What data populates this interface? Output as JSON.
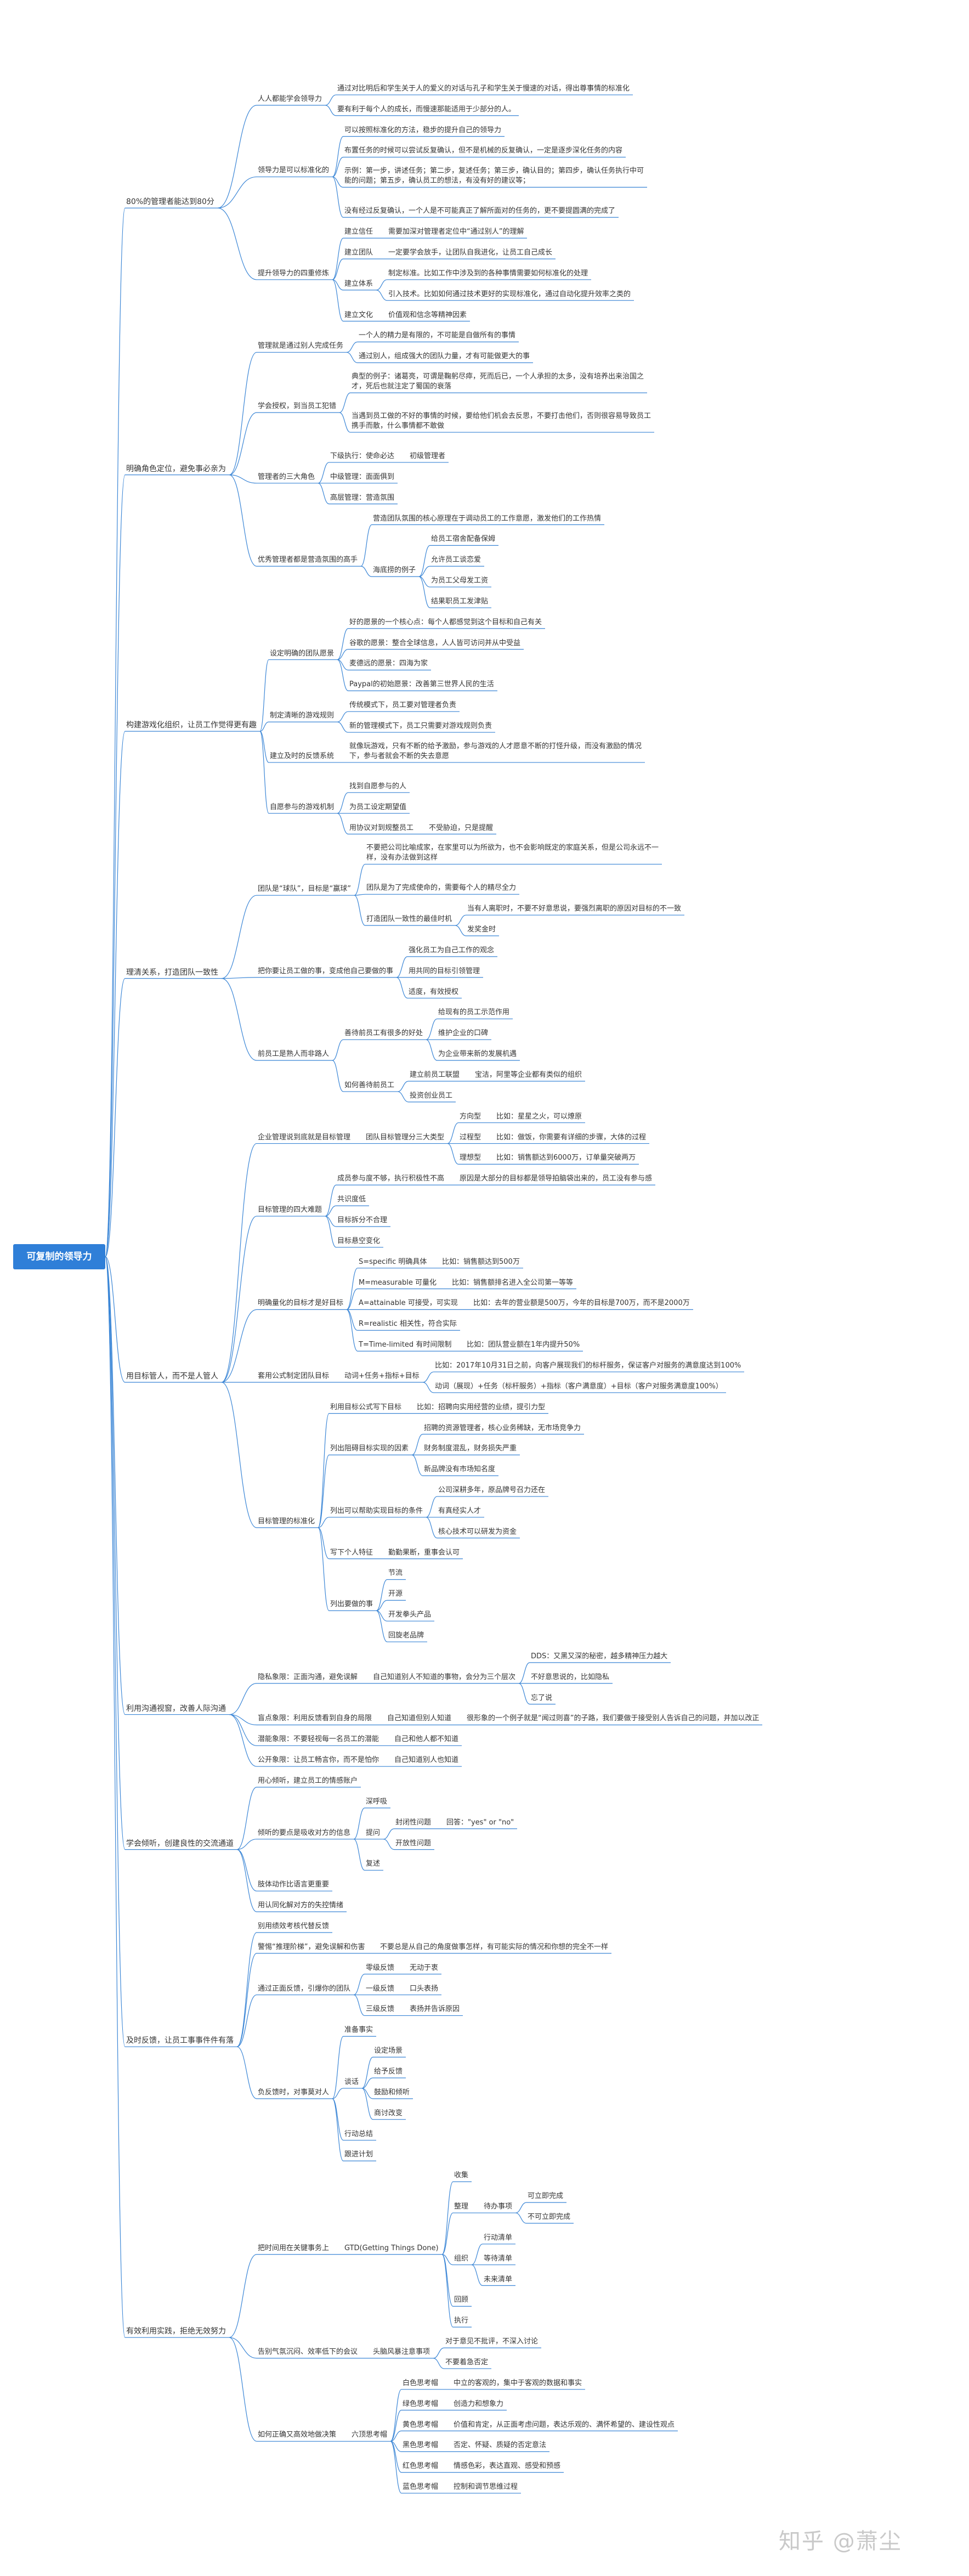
{
  "root": {
    "label": "可复制的领导力"
  },
  "watermark": "知乎 @萧尘",
  "colors": {
    "line": "#3b86d6",
    "root_fill": "#2f7fd8",
    "text": "#333333"
  },
  "children": [
    {
      "label": "80%的管理者能达到80分",
      "children": [
        {
          "label": "人人都能学会领导力",
          "children": [
            {
              "label": "通过对比明后和学生关于人的爱义的对话与孔子和学生关于慢速的对话，得出尊事情的标准化"
            },
            {
              "label": "要有利于每个人的成长，而慢速那能适用于少部分的人。"
            }
          ]
        },
        {
          "label": "领导力是可以标准化的",
          "children": [
            {
              "label": "可以按照标准化的方法，稳步的提升自己的领导力"
            },
            {
              "label": "布置任务的时候可以尝试反复确认，但不是机械的反复确认，一定是逐步深化任务的内容"
            },
            {
              "label": "示例：第一步，讲述任务；第二步，复述任务；第三步，确认目的；第四步，确认任务执行中可\n能的问题；第五步，确认员工的想法，有没有好的建议等；"
            },
            {
              "label": "没有经过反复确认，一个人是不可能真正了解所面对的任务的，更不要提圆满的完成了"
            }
          ]
        },
        {
          "label": "提升领导力的四重修炼",
          "children": [
            {
              "label": "建立信任",
              "children": [
                {
                  "label": "需要加深对管理者定位中“通过别人”的理解"
                }
              ]
            },
            {
              "label": "建立团队",
              "children": [
                {
                  "label": "一定要学会放手，让团队自我进化，让员工自己成长"
                }
              ]
            },
            {
              "label": "建立体系",
              "children": [
                {
                  "label": "制定标准。比如工作中涉及到的各种事情需要如何标准化的处理"
                },
                {
                  "label": "引入技术。比如如何通过技术更好的实现标准化，通过自动化提升效率之类的"
                }
              ]
            },
            {
              "label": "建立文化",
              "children": [
                {
                  "label": "价值观和信念等精神因素"
                }
              ]
            }
          ]
        }
      ]
    },
    {
      "label": "明确角色定位，避免事必亲为",
      "children": [
        {
          "label": "管理就是通过别人完成任务",
          "children": [
            {
              "label": "一个人的精力是有限的，不可能是自做所有的事情"
            },
            {
              "label": "通过别人，组成强大的团队力量，才有可能做更大的事"
            }
          ]
        },
        {
          "label": "学会授权，到当员工犯错",
          "children": [
            {
              "label": "典型的例子：诸葛亮，可谓是鞠躬尽瘁，死而后已，一个人承担的太多，没有培养出来治国之\n才，死后也就注定了蜀国的衰落"
            },
            {
              "label": "当遇到员工做的不好的事情的时候，要给他们机会去反思，不要打击他们，否则很容易导致员工\n携手而散，什么事情都不敢做"
            }
          ]
        },
        {
          "label": "管理者的三大角色",
          "children": [
            {
              "label": "下级执行：使命必达",
              "children": [
                {
                  "label": "初级管理者"
                }
              ]
            },
            {
              "label": "中级管理：面面俱到"
            },
            {
              "label": "高层管理：营造氛围"
            }
          ]
        },
        {
          "label": "优秀管理者都是营造氛围的高手",
          "children": [
            {
              "label": "营造团队氛围的核心原理在于调动员工的工作意愿，激发他们的工作热情"
            },
            {
              "label": "海底捞的例子",
              "children": [
                {
                  "label": "给员工宿舍配备保姆"
                },
                {
                  "label": "允许员工谈恋爱"
                },
                {
                  "label": "为员工父母发工资"
                },
                {
                  "label": "结果职员工发津贴"
                }
              ]
            }
          ]
        }
      ]
    },
    {
      "label": "构建游戏化组织，让员工作觉得更有趣",
      "children": [
        {
          "label": "设定明确的团队愿景",
          "children": [
            {
              "label": "好的愿景的一个核心点：每个人都感觉到这个目标和自己有关"
            },
            {
              "label": "谷歌的愿景：整合全球信息，人人皆可访问并从中受益"
            },
            {
              "label": "麦德远的愿景：四海为家"
            },
            {
              "label": "Paypal的初始愿景：改善第三世界人民的生活"
            }
          ]
        },
        {
          "label": "制定清晰的游戏规则",
          "children": [
            {
              "label": "传统模式下，员工要对管理者负责"
            },
            {
              "label": "新的管理模式下，员工只需要对游戏规则负责"
            }
          ]
        },
        {
          "label": "建立及时的反馈系统",
          "children": [
            {
              "label": "就像玩游戏，只有不断的给予激励，参与游戏的人才愿意不断的打怪升级，而没有激励的情况\n下，参与者就会不断的失去意愿"
            }
          ]
        },
        {
          "label": "自愿参与的游戏机制",
          "children": [
            {
              "label": "找到自愿参与的人"
            },
            {
              "label": "为员工设定期望值"
            },
            {
              "label": "用协议对到规整员工",
              "children": [
                {
                  "label": "不受胁迫，只是提醒"
                }
              ]
            }
          ]
        }
      ]
    },
    {
      "label": "理清关系，打造团队一致性",
      "children": [
        {
          "label": "团队是“球队”，目标是“赢球”",
          "children": [
            {
              "label": "不要把公司比喻成家，在家里可以为所欲为，也不会影响既定的家庭关系，但是公司永远不一\n样，没有办法做到这样"
            },
            {
              "label": "团队是为了完成使命的，需要每个人的精尽全力"
            },
            {
              "label": "打造团队一致性的最佳时机",
              "children": [
                {
                  "label": "当有人离职时，不要不好意思说，要强烈离职的原因对目标的不一致"
                },
                {
                  "label": "发奖金时"
                }
              ]
            }
          ]
        },
        {
          "label": "把你要让员工做的事，变成他自己要做的事",
          "children": [
            {
              "label": "强化员工为自己工作的观念"
            },
            {
              "label": "用共同的目标引领管理"
            },
            {
              "label": "适度，有效授权"
            }
          ]
        },
        {
          "label": "前员工是熟人而非路人",
          "children": [
            {
              "label": "善待前员工有很多的好处",
              "children": [
                {
                  "label": "给现有的员工示范作用"
                },
                {
                  "label": "维护企业的口碑"
                },
                {
                  "label": "为企业带来新的发展机遇"
                }
              ]
            },
            {
              "label": "如何善待前员工",
              "children": [
                {
                  "label": "建立前员工联盟",
                  "children": [
                    {
                      "label": "宝洁，阿里等企业都有类似的组织"
                    }
                  ]
                },
                {
                  "label": "投资创业员工"
                }
              ]
            }
          ]
        }
      ]
    },
    {
      "label": "用目标管人，而不是人管人",
      "children": [
        {
          "label": "企业管理说到底就是目标管理",
          "children": [
            {
              "label": "团队目标管理分三大类型",
              "children": [
                {
                  "label": "方向型",
                  "children": [
                    {
                      "label": "比如：星星之火，可以燎原"
                    }
                  ]
                },
                {
                  "label": "过程型",
                  "children": [
                    {
                      "label": "比如：做饭，你需要有详细的步骤，大体的过程"
                    }
                  ]
                },
                {
                  "label": "理想型",
                  "children": [
                    {
                      "label": "比如：销售额达到6000万，订单量突破两万"
                    }
                  ]
                }
              ]
            }
          ]
        },
        {
          "label": "目标管理的四大难题",
          "children": [
            {
              "label": "成员参与度不够，执行积极性不高",
              "children": [
                {
                  "label": "原因是大部分的目标都是领导拍脑袋出来的，员工没有参与感"
                }
              ]
            },
            {
              "label": "共识度低"
            },
            {
              "label": "目标拆分不合理"
            },
            {
              "label": "目标悬空变化"
            }
          ]
        },
        {
          "label": "明确量化的目标才是好目标",
          "children": [
            {
              "label": "S=specific 明确具体",
              "children": [
                {
                  "label": "比如：销售额达到500万"
                }
              ]
            },
            {
              "label": "M=measurable 可量化",
              "children": [
                {
                  "label": "比如：销售额排名进入全公司第一等等"
                }
              ]
            },
            {
              "label": "A=attainable 可接受，可实现",
              "children": [
                {
                  "label": "比如：去年的营业额是500万，今年的目标是700万，而不是2000万"
                }
              ]
            },
            {
              "label": "R=realistic 相关性，符合实际"
            },
            {
              "label": "T=Time-limited 有时间限制",
              "children": [
                {
                  "label": "比如：团队营业额在1年内提升50%"
                }
              ]
            }
          ]
        },
        {
          "label": "套用公式制定团队目标",
          "children": [
            {
              "label": "动词+任务+指标+目标",
              "children": [
                {
                  "label": "比如：2017年10月31日之前，向客户展现我们的标杆服务，保证客户对服务的满意度达到100%"
                },
                {
                  "label": "动词（展现）+任务（标杆服务）+指标（客户满意度）+目标（客户对服务满意度100%）"
                }
              ]
            }
          ]
        },
        {
          "label": "目标管理的标准化",
          "children": [
            {
              "label": "利用目标公式写下目标",
              "children": [
                {
                  "label": "比如：招聘向实用经营的业绩，提引力型"
                }
              ]
            },
            {
              "label": "列出阻碍目标实现的因素",
              "children": [
                {
                  "label": "招聘的资源管理者，核心业务稀缺，无市场竞争力"
                },
                {
                  "label": "财务制度混乱，财务损失严重"
                },
                {
                  "label": "新品牌没有市场知名度"
                }
              ]
            },
            {
              "label": "列出可以帮助实现目标的条件",
              "children": [
                {
                  "label": "公司深耕多年，原品牌号召力还在"
                },
                {
                  "label": "有真经实人才"
                },
                {
                  "label": "核心技术可以研发为资金"
                }
              ]
            },
            {
              "label": "写下个人特征",
              "children": [
                {
                  "label": "勤勤果断，重事会认可"
                }
              ]
            },
            {
              "label": "列出要做的事",
              "children": [
                {
                  "label": "节流"
                },
                {
                  "label": "开源"
                },
                {
                  "label": "开发拳头产品"
                },
                {
                  "label": "回旋老品牌"
                }
              ]
            }
          ]
        }
      ]
    },
    {
      "label": "利用沟通视窗，改善人际沟通",
      "children": [
        {
          "label": "隐私象限：正面沟通，避免误解",
          "children": [
            {
              "label": "自己知道别人不知道的事物，会分为三个层次",
              "children": [
                {
                  "label": "DDS：又黑又深的秘密，越多精神压力越大"
                },
                {
                  "label": "不好意思说的，比如隐私"
                },
                {
                  "label": "忘了说"
                }
              ]
            }
          ]
        },
        {
          "label": "盲点象限：利用反馈看到自身的局限",
          "children": [
            {
              "label": "自己知道但别人知道",
              "children": [
                {
                  "label": "很形象的一个例子就是“闻过则喜”的子路，我们要做于接受别人告诉自己的问题，并加以改正"
                }
              ]
            }
          ]
        },
        {
          "label": "潜能象限：不要轻视每一名员工的潜能",
          "children": [
            {
              "label": "自己和他人都不知道"
            }
          ]
        },
        {
          "label": "公开象限：让员工畅言你，而不是怕你",
          "children": [
            {
              "label": "自己知道别人也知道"
            }
          ]
        }
      ]
    },
    {
      "label": "学会倾听，创建良性的交流通道",
      "children": [
        {
          "label": "用心倾听，建立员工的情感账户"
        },
        {
          "label": "倾听的要点是吸收对方的信息",
          "children": [
            {
              "label": "深呼吸"
            },
            {
              "label": "提问",
              "children": [
                {
                  "label": "封闭性问题",
                  "children": [
                    {
                      "label": "回答：\"yes\" or \"no\""
                    }
                  ]
                },
                {
                  "label": "开放性问题"
                }
              ]
            },
            {
              "label": "复述"
            }
          ]
        },
        {
          "label": "肢体动作比语言更重要"
        },
        {
          "label": "用认同化解对方的失控情绪"
        }
      ]
    },
    {
      "label": "及时反馈，让员工事事件件有落",
      "children": [
        {
          "label": "别用绩效考核代替反馈"
        },
        {
          "label": "警惕“推理阶梯”，避免误解和伤害",
          "children": [
            {
              "label": "不要总是从自己的角度做事怎样，有可能实际的情况和你想的完全不一样"
            }
          ]
        },
        {
          "label": "通过正面反馈，引爆你的团队",
          "children": [
            {
              "label": "零级反馈",
              "children": [
                {
                  "label": "无动于衷"
                }
              ]
            },
            {
              "label": "一级反馈",
              "children": [
                {
                  "label": "口头表扬"
                }
              ]
            },
            {
              "label": "三级反馈",
              "children": [
                {
                  "label": "表扬并告诉原因"
                }
              ]
            }
          ]
        },
        {
          "label": "负反馈时，对事莫对人",
          "children": [
            {
              "label": "准备事实"
            },
            {
              "label": "谈话",
              "children": [
                {
                  "label": "设定场景"
                },
                {
                  "label": "给予反馈"
                },
                {
                  "label": "鼓励和倾听"
                },
                {
                  "label": "商讨改变"
                }
              ]
            },
            {
              "label": "行动总结"
            },
            {
              "label": "跟进计划"
            }
          ]
        }
      ]
    },
    {
      "label": "有效利用实践，拒绝无效努力",
      "children": [
        {
          "label": "把时间用在关键事务上",
          "children": [
            {
              "label": "GTD(Getting Things Done)",
              "children": [
                {
                  "label": "收集"
                },
                {
                  "label": "整理",
                  "children": [
                    {
                      "label": "待办事项",
                      "children": [
                        {
                          "label": "可立即完成"
                        },
                        {
                          "label": "不可立即完成"
                        }
                      ]
                    }
                  ]
                },
                {
                  "label": "组织",
                  "children": [
                    {
                      "label": "行动清单"
                    },
                    {
                      "label": "等待清单"
                    },
                    {
                      "label": "未来清单"
                    }
                  ]
                },
                {
                  "label": "回顾"
                },
                {
                  "label": "执行"
                }
              ]
            }
          ]
        },
        {
          "label": "告别气氛沉闷、效率低下的会议",
          "children": [
            {
              "label": "头脑风暴注意事项",
              "children": [
                {
                  "label": "对于意见不批评，不深入讨论"
                },
                {
                  "label": "不要着急否定"
                }
              ]
            }
          ]
        },
        {
          "label": "如何正确又高效地做决策",
          "children": [
            {
              "label": "六顶思考帽",
              "children": [
                {
                  "label": "白色思考帽",
                  "children": [
                    {
                      "label": "中立的客观的，集中于客观的数据和事实"
                    }
                  ]
                },
                {
                  "label": "绿色思考帽",
                  "children": [
                    {
                      "label": "创造力和想象力"
                    }
                  ]
                },
                {
                  "label": "黄色思考帽",
                  "children": [
                    {
                      "label": "价值和肯定，从正面考虑问题，表达乐观的、满怀希望的、建设性观点"
                    }
                  ]
                },
                {
                  "label": "黑色思考帽",
                  "children": [
                    {
                      "label": "否定、怀疑、质疑的否定意法"
                    }
                  ]
                },
                {
                  "label": "红色思考帽",
                  "children": [
                    {
                      "label": "情感色彩，表达直观、感受和预感"
                    }
                  ]
                },
                {
                  "label": "蓝色思考帽",
                  "children": [
                    {
                      "label": "控制和调节思维过程"
                    }
                  ]
                }
              ]
            }
          ]
        }
      ]
    }
  ]
}
